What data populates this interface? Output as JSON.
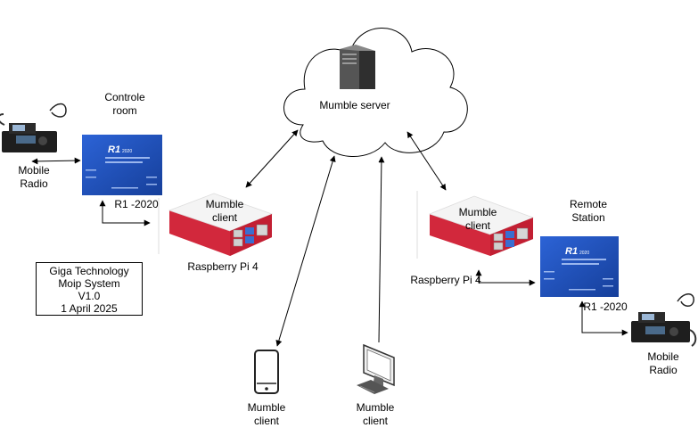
{
  "labels": {
    "controle_room": [
      "Controle",
      "room"
    ],
    "mumble_server": "Mumble server",
    "mobile_radio_left": [
      "Mobile",
      "Radio"
    ],
    "r1_left": "R1 -2020",
    "mumble_client_left": [
      "Mumble",
      "client"
    ],
    "rpi_left": "Raspberry Pi 4",
    "mumble_client_right": [
      "Mumble",
      "client"
    ],
    "remote_station": [
      "Remote",
      "Station"
    ],
    "rpi_right": "Raspberry Pi 4",
    "r1_right": "R1 -2020",
    "mobile_radio_right": [
      "Mobile",
      "Radio"
    ],
    "phone_client": [
      "Mumble",
      "client"
    ],
    "desktop_client": [
      "Mumble",
      "client"
    ]
  },
  "info_box": [
    "Giga Technology",
    "Moip System",
    "V1.0",
    "1 April 2025"
  ],
  "controller_panel_text": {
    "logo": "R1",
    "logo_suffix": "2020"
  },
  "colors": {
    "controller_blue": "#1f4fb8",
    "rpi_red": "#d2283c",
    "rpi_white": "#f4f4f4",
    "line": "#000000"
  },
  "icons": [
    "cloud-icon",
    "server-icon",
    "smartphone-icon",
    "desktop-computer-icon",
    "radio-icon",
    "controller-icon",
    "raspberry-pi-case-icon"
  ]
}
